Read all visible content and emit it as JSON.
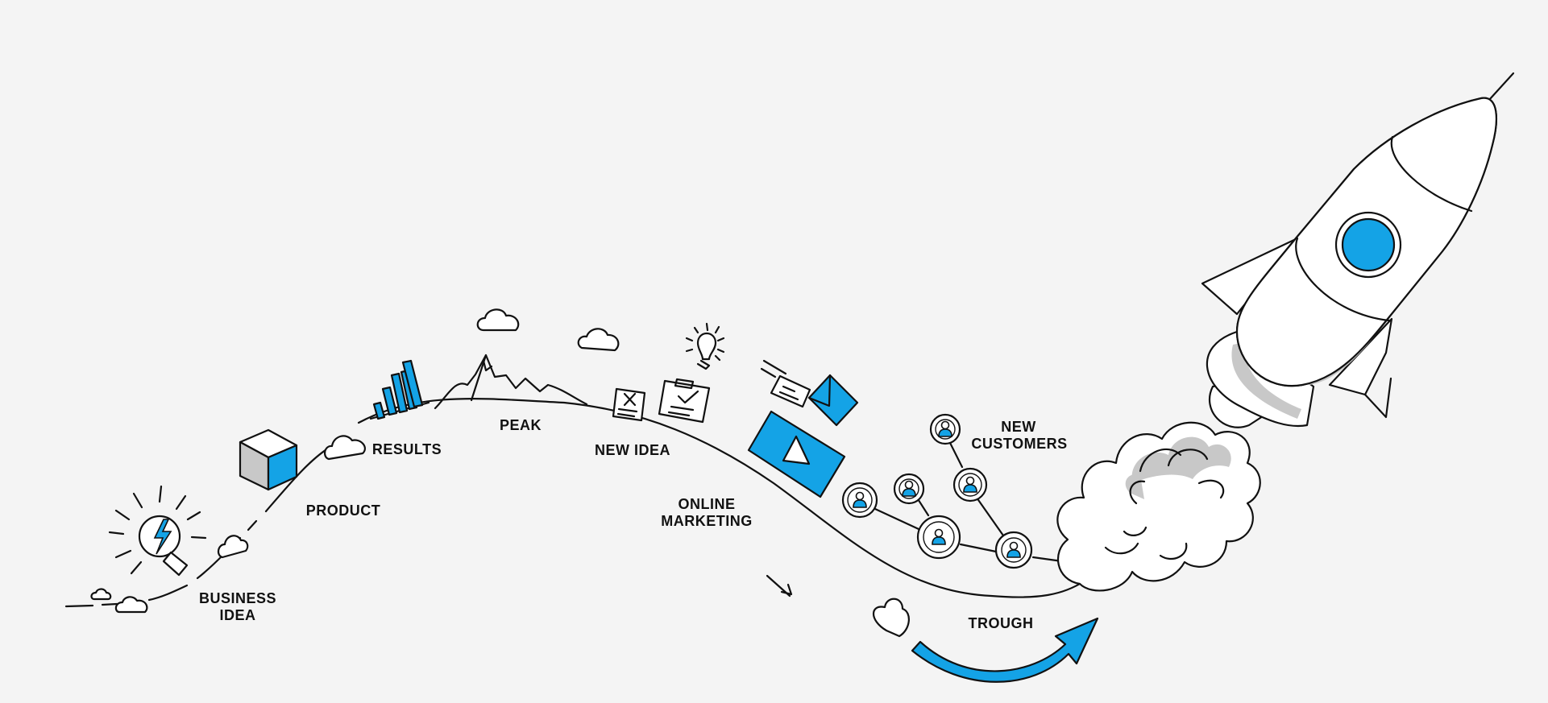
{
  "labels": {
    "business_idea": [
      "BUSINESS",
      "IDEA"
    ],
    "product": "PRODUCT",
    "results": "RESULTS",
    "peak": "PEAK",
    "new_idea": "NEW IDEA",
    "online_marketing": [
      "ONLINE",
      "MARKETING"
    ],
    "trough": "TROUGH",
    "new_customers": [
      "NEW",
      "CUSTOMERS"
    ]
  },
  "icons": [
    "lightbulb-icon",
    "cube-icon",
    "bar-chart-icon",
    "mountain-icon",
    "reject-document-icon",
    "approve-checklist-icon",
    "idea-bulb-icon",
    "envelope-icon",
    "video-play-icon",
    "customer-network-icon",
    "rocket-icon",
    "growth-arrow-icon"
  ],
  "colors": {
    "accent": "#14a3e6",
    "line": "#111111",
    "background": "#f4f4f4",
    "shade": "#c8c8c8"
  }
}
